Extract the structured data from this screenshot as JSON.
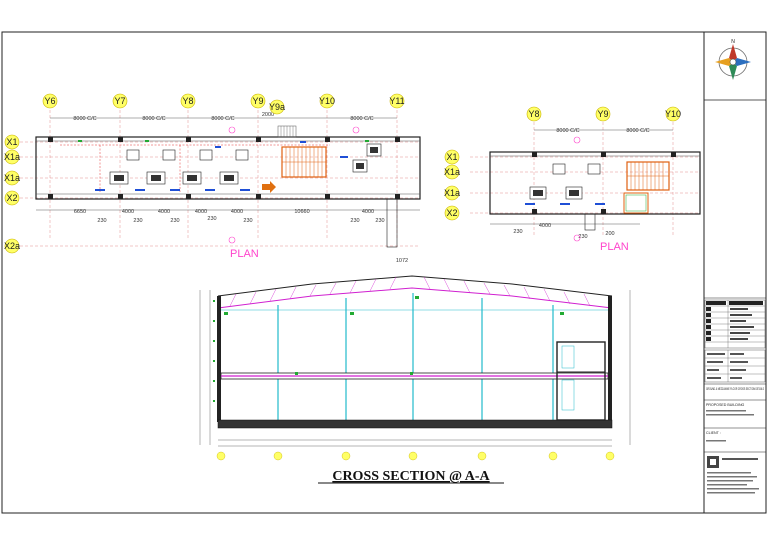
{
  "plan_left": {
    "label": "PLAN",
    "grid_x": [
      "Y6",
      "Y7",
      "Y8",
      "Y9",
      "Y9a",
      "Y10",
      "Y11"
    ],
    "grid_y": [
      "X1",
      "X1a",
      "X1a",
      "X2",
      "X2a"
    ],
    "top_dims": [
      "8000 C/C",
      "8000 C/C",
      "8000 C/C",
      "2000",
      "8000 C/C"
    ],
    "bottom_dims": [
      "6650",
      "4000",
      "4000",
      "4000",
      "4000",
      "10660",
      "4000"
    ],
    "small_dims": [
      "230",
      "230",
      "230",
      "230",
      "230",
      "230",
      "230"
    ],
    "level_note": "1072"
  },
  "plan_right": {
    "label": "PLAN",
    "grid_x": [
      "Y8",
      "Y9",
      "Y10"
    ],
    "grid_y": [
      "X1",
      "X1a",
      "X1a",
      "X2"
    ],
    "top_dims": [
      "8000 C/C",
      "8000 C/C"
    ],
    "bottom_dims": [
      "4000",
      "200"
    ],
    "small_dims": [
      "230",
      "230"
    ]
  },
  "cross_section": {
    "title": "CROSS SECTION @ A-A"
  },
  "title_block": {
    "client_label": "CLIENT :",
    "drawing_title": "GROUND & MEZZANINE FLOOR CROSS SECTION DETAILS",
    "address_label": "PROPOSED BUILDING"
  },
  "compass": {
    "north_label": "N"
  }
}
